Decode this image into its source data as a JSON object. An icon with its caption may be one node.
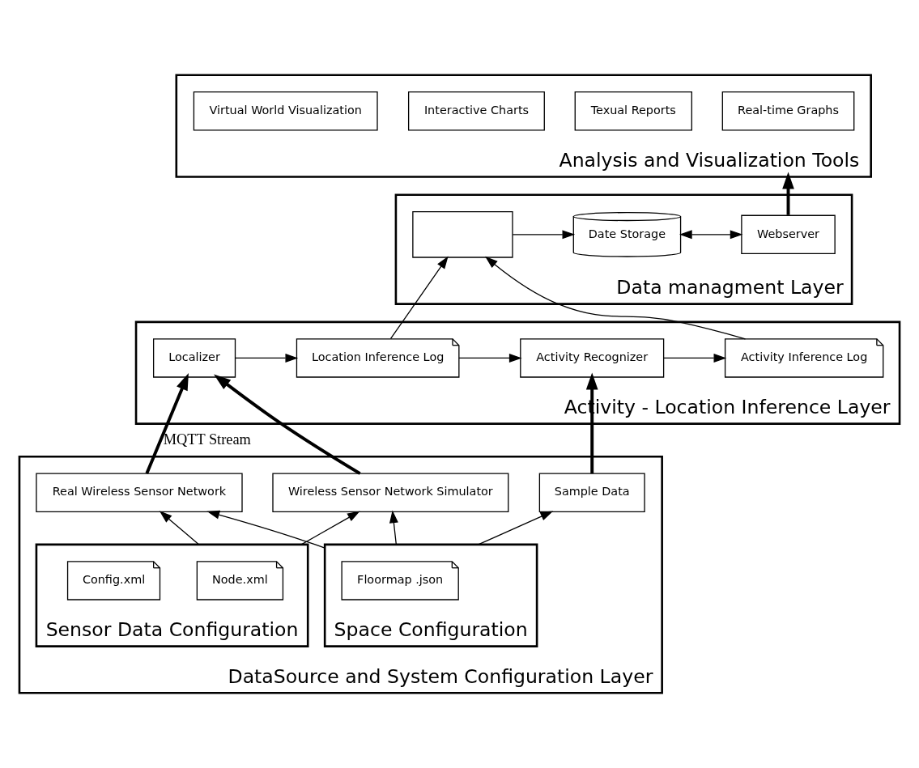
{
  "diagram": {
    "nodes": [
      {
        "text": [
          "Analysis and Visualization Tools"
        ]
      },
      {
        "text": [
          "Real-time Graphs"
        ],
        "in": 0
      },
      {
        "text": [
          "Texual Reports"
        ],
        "in": 0
      },
      {
        "text": [
          "Interactive Charts"
        ],
        "in": 0
      },
      {
        "text": [
          "Virtual World Visualization"
        ],
        "in": 0
      },
      {
        "text": [
          "Data managment Layer"
        ]
      },
      {
        "text": [],
        "shape": "box",
        "in": 5
      },
      {
        "text": [
          "Date Storage"
        ],
        "in": 5
      },
      {
        "text": [
          "Webserver"
        ],
        "in": 5
      },
      {
        "text": [
          "Activity - Location Inference Layer"
        ]
      },
      {
        "text": [
          "Localizer"
        ],
        "in": 9
      },
      {
        "text": [
          "Location Inference Log"
        ],
        "in": 9
      },
      {
        "text": [
          "Activity Recognizer"
        ],
        "in": 9
      },
      {
        "text": [
          "Activity Inference Log"
        ],
        "in": 9
      },
      {
        "text": [
          "DataSource and System Configuration Layer"
        ]
      },
      {
        "text": [
          "Real Wireless Sensor Network"
        ],
        "in": 14
      },
      {
        "text": [
          "Wireless Sensor Network Simulator"
        ],
        "in": 14
      },
      {
        "text": [
          "Sample Data"
        ],
        "in": 14
      },
      {
        "text": [
          "Sensor Data Configuration"
        ],
        "in": 14
      },
      {
        "text": [
          "Node.xml"
        ],
        "in": 18
      },
      {
        "text": [
          "Config.xml"
        ],
        "in": 18
      },
      {
        "text": [
          "Space Configuration"
        ],
        "in": 14
      },
      {
        "text": [
          "Floormap .json"
        ],
        "in": 21
      }
    ],
    "edges": [
      {
        "from": 8,
        "to": 0,
        "arrow": "to",
        "style": "thick"
      },
      {
        "from": 6,
        "to": 7,
        "arrow": "to"
      },
      {
        "from": 7,
        "to": 8,
        "arrow": "both"
      },
      {
        "from": 11,
        "to": 6,
        "arrow": "to"
      },
      {
        "from": 13,
        "to": 6,
        "arrow": "to"
      },
      {
        "from": 10,
        "to": 11,
        "arrow": "to"
      },
      {
        "from": 11,
        "to": 12,
        "arrow": "to"
      },
      {
        "from": 12,
        "to": 13,
        "arrow": "to"
      },
      {
        "from": 15,
        "to": 10,
        "arrow": "to",
        "style": "thick",
        "label": "MQTT Stream"
      },
      {
        "from": 16,
        "to": 10,
        "arrow": "to",
        "style": "thick"
      },
      {
        "from": 17,
        "to": 12,
        "arrow": "to",
        "style": "thick"
      },
      {
        "from": 18,
        "to": 15,
        "arrow": "to"
      },
      {
        "from": 18,
        "to": 16,
        "arrow": "to"
      },
      {
        "from": 21,
        "to": 15,
        "arrow": "to"
      },
      {
        "from": 21,
        "to": 16,
        "arrow": "to"
      },
      {
        "from": 21,
        "to": 17,
        "arrow": "to"
      }
    ]
  }
}
